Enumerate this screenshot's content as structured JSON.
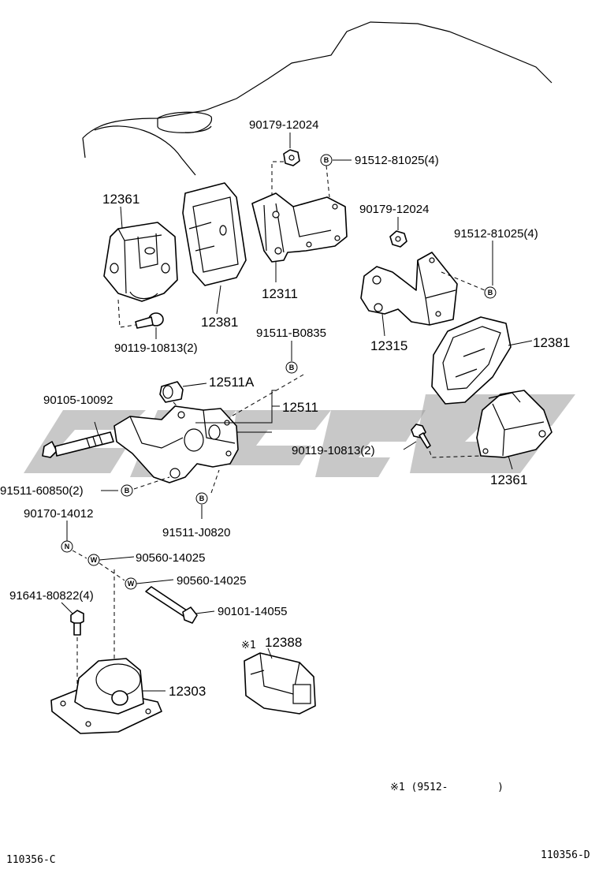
{
  "part_labels": {
    "p_12361_left": "12361",
    "p_12381_left": "12381",
    "p_90179_top": "90179-12024",
    "p_91512_top": "91512-81025(4)",
    "p_12311": "12311",
    "p_90179_mid": "90179-12024",
    "p_91512_right": "91512-81025(4)",
    "p_12315": "12315",
    "p_90119_left": "90119-10813(2)",
    "p_91511_B0835": "91511-B0835",
    "p_12381_right": "12381",
    "p_12511A": "12511A",
    "p_12511": "12511",
    "p_90105": "90105-10092",
    "p_90119_right": "90119-10813(2)",
    "p_12361_right": "12361",
    "p_91511_60850": "91511-60850(2)",
    "p_91511_J0820": "91511-J0820",
    "p_90170": "90170-14012",
    "p_90560_a": "90560-14025",
    "p_90560_b": "90560-14025",
    "p_91641": "91641-80822(4)",
    "p_90101": "90101-14055",
    "p_12388": "12388",
    "p_12303": "12303"
  },
  "note_marker": "※1",
  "footnote": "※1 (9512-        )",
  "codes": {
    "left": "110356-C",
    "right": "110356-D"
  },
  "badges": {
    "bolt": "B",
    "nut": "N",
    "washer": "W"
  },
  "icons": [
    "engine-outline",
    "engine-mount-insulator",
    "mount-bracket",
    "bolt",
    "nut",
    "washer",
    "bushing",
    "watermark-logo"
  ]
}
